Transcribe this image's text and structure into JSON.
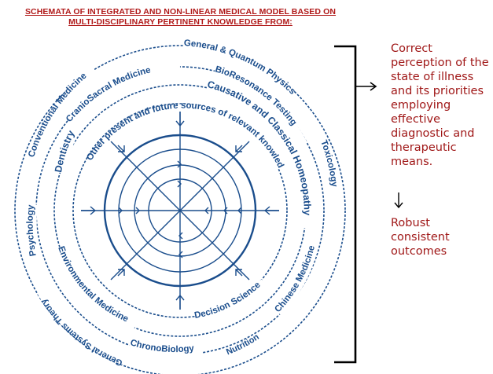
{
  "header": {
    "line1": "SCHEMATA OF INTEGRATED AND NON-LINEAR MEDICAL MODEL BASED ON",
    "line2": "MULTI-DISCIPLINARY PERTINENT KNOWLEDGE FROM:"
  },
  "rings": {
    "outer": [
      "Conventional Medicine",
      "General & Quantum Physics",
      "Toxicology",
      "Psychology",
      "General Systems Theory",
      "Nutrition"
    ],
    "second": [
      "CranioSacral Medicine",
      "BioResonance Testing",
      "Chinese Medicine",
      "ChronoBiology"
    ],
    "third": [
      "Dentistry",
      "Causative and Classical Homeopathy",
      "Environmental Medicine",
      "Decision Science"
    ],
    "fourth": [
      "Other present and future sources of relevant knowledge"
    ]
  },
  "right_panel": {
    "conclusion": "Correct perception of the state of illness and its priorities employing effective diagnostic and therapeutic means.",
    "outcome": "Robust consistent outcomes"
  },
  "colors": {
    "title": "#b01818",
    "diagram": "#1a4d8c",
    "right_text": "#a01818",
    "bracket": "#000000"
  }
}
